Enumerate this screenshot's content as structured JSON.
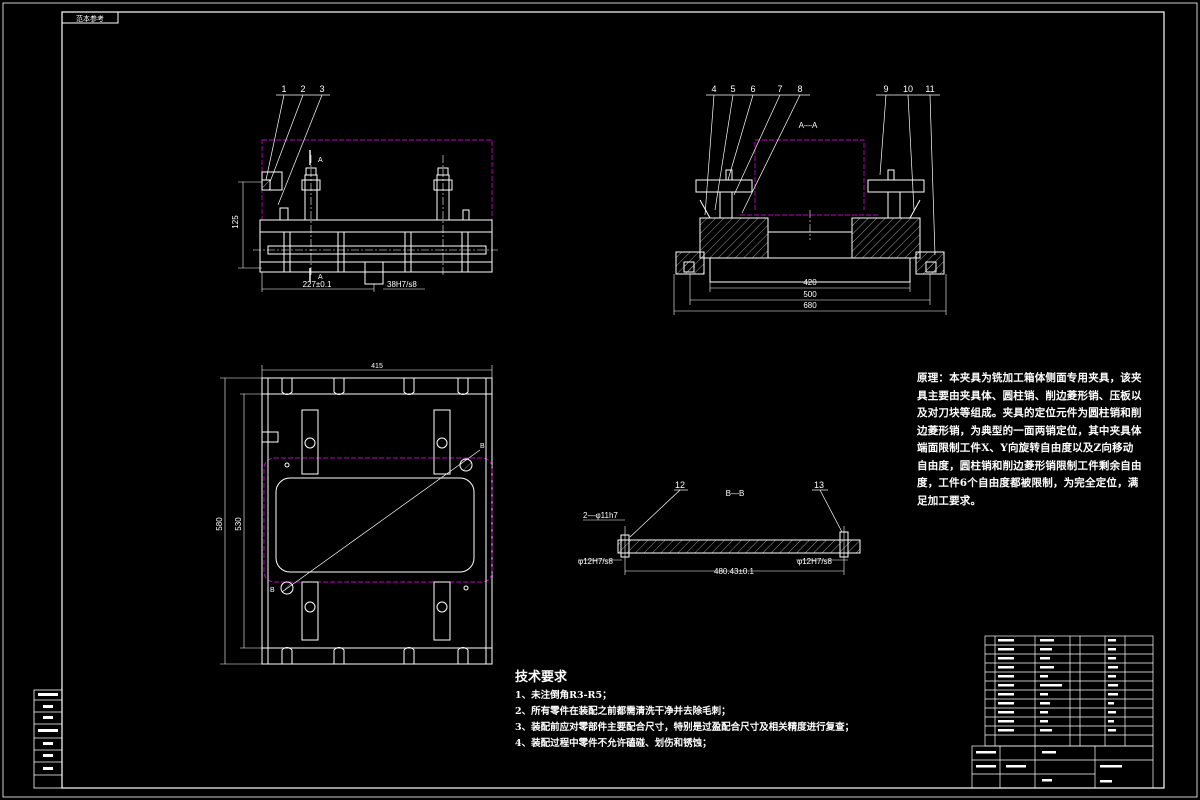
{
  "title_stamp": "范本参考",
  "principle_text": "原理：本夹具为铣加工箱体侧面专用夹具，该夹具主要由夹具体、圆柱销、削边菱形销、压板以及对刀块等组成。夹具的定位元件为圆柱销和削边菱形销，为典型的一面两销定位，其中夹具体端面限制工件X、Y向旋转自由度以及Z向移动自由度，圆柱销和削边菱形销限制工件剩余自由度，工件6个自由度都被限制，为完全定位，满足加工要求。",
  "tech_title": "技术要求",
  "tech_items": [
    "1、未注倒角R3-R5；",
    "2、所有零件在装配之前都需清洗干净并去除毛刺；",
    "3、装配前应对零部件主要配合尺寸，特别是过盈配合尺寸及相关精度进行复查；",
    "4、装配过程中零件不允许磕碰、划伤和锈蚀；"
  ],
  "section_labels": {
    "aa": "A—A",
    "bb": "B—B",
    "a1": "A",
    "a2": "A",
    "b1": "B",
    "b2": "B"
  },
  "part_numbers": {
    "front": [
      "1",
      "2",
      "3"
    ],
    "side": [
      "4",
      "5",
      "6",
      "7",
      "8",
      "9",
      "10",
      "11"
    ],
    "bb": [
      "12",
      "13"
    ]
  },
  "dimensions": {
    "front_height": "125",
    "front_width": "227±0.1",
    "front_fit": "38H7/s8",
    "side_inner": "420",
    "side_mid": "500",
    "side_outer": "680",
    "top_width": "415",
    "top_outer_height": "580",
    "top_inner_height": "530",
    "bb_pin": "2—φ11h7",
    "bb_left_fit": "φ12H7/s8",
    "bb_center": "480.43±0.1",
    "bb_right_fit": "φ12H7/s8"
  },
  "colors": {
    "line": "#ffffff",
    "workpiece": "#c000c0",
    "background": "#000000"
  }
}
